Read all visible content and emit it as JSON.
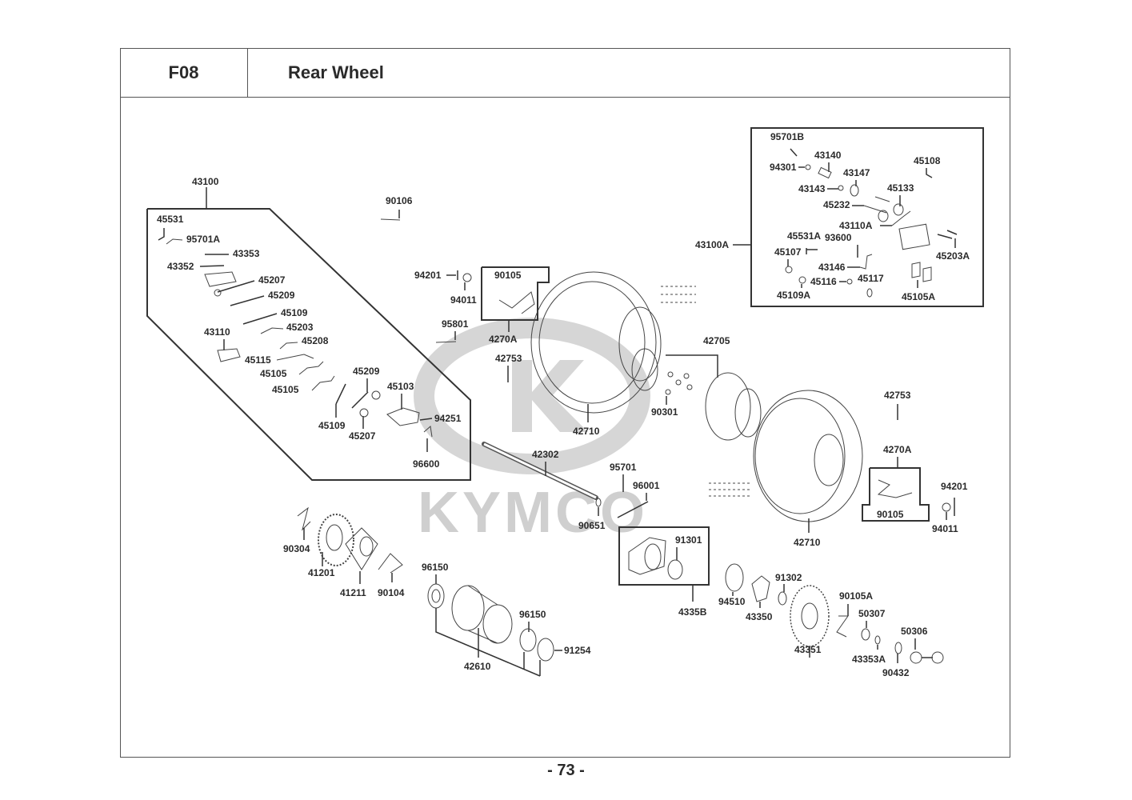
{
  "header": {
    "section_code": "F08",
    "title": "Rear Wheel"
  },
  "footer": {
    "page_number": "- 73 -"
  },
  "watermark": {
    "brand": "KYMCO"
  },
  "groups": {
    "caliper_left": {
      "assembly": "43100",
      "parts": [
        "45531",
        "95701A",
        "43353",
        "43352",
        "45207",
        "45209",
        "45109",
        "45203",
        "45208",
        "43110",
        "45115",
        "45105",
        "45105",
        "45209",
        "45109",
        "45207",
        "45103",
        "94251",
        "96600"
      ]
    },
    "caliper_right": {
      "assembly": "43100A",
      "parts": [
        "95701B",
        "43140",
        "94301",
        "43147",
        "43143",
        "45108",
        "45133",
        "45232",
        "43110A",
        "45531A",
        "93600",
        "45107",
        "43146",
        "45116",
        "45117",
        "45203A",
        "45109A",
        "45105A"
      ]
    },
    "hub_upper": {
      "assembly": "4270A",
      "parts": [
        "90105"
      ]
    },
    "hub_lower": {
      "assembly": "4270A",
      "parts": [
        "90105"
      ]
    },
    "caliper_bracket": {
      "assembly": "4335B",
      "parts": [
        "91301"
      ]
    }
  },
  "labels": {
    "l43100": "43100",
    "l45531": "45531",
    "l95701A": "95701A",
    "l43353": "43353",
    "l43352": "43352",
    "l45207a": "45207",
    "l45209a": "45209",
    "l45109a": "45109",
    "l45203": "45203",
    "l45208": "45208",
    "l43110": "43110",
    "l45115": "45115",
    "l45105a": "45105",
    "l45105b": "45105",
    "l45209b": "45209",
    "l45109b": "45109",
    "l45207b": "45207",
    "l45103": "45103",
    "l94251": "94251",
    "l96600": "96600",
    "l90106": "90106",
    "l94201a": "94201",
    "l94011a": "94011",
    "l90105a": "90105",
    "l4270Aa": "4270A",
    "l95801": "95801",
    "l42753a": "42753",
    "l42710a": "42710",
    "l42705": "42705",
    "l90301": "90301",
    "l42753b": "42753",
    "l4270Ab": "4270A",
    "l90105b": "90105",
    "l94201b": "94201",
    "l94011b": "94011",
    "l42710b": "42710",
    "l42302": "42302",
    "l95701": "95701",
    "l96001": "96001",
    "l90651": "90651",
    "l90304": "90304",
    "l41201": "41201",
    "l41211": "41211",
    "l90104": "90104",
    "l96150a": "96150",
    "l96150b": "96150",
    "l91254": "91254",
    "l42610": "42610",
    "l91301": "91301",
    "l4335B": "4335B",
    "l94510": "94510",
    "l43350": "43350",
    "l91302": "91302",
    "l43351": "43351",
    "l90105A": "90105A",
    "l50307": "50307",
    "l43353A": "43353A",
    "l90432": "90432",
    "l50306": "50306",
    "l95701B": "95701B",
    "l43140": "43140",
    "l94301": "94301",
    "l43147": "43147",
    "l43143": "43143",
    "l45108": "45108",
    "l45133": "45133",
    "l45232": "45232",
    "l43110A": "43110A",
    "l45531A": "45531A",
    "l93600": "93600",
    "l45107": "45107",
    "l43146": "43146",
    "l45116": "45116",
    "l45117": "45117",
    "l45203A": "45203A",
    "l45109A": "45109A",
    "l45105A": "45105A",
    "l43100A": "43100A"
  }
}
